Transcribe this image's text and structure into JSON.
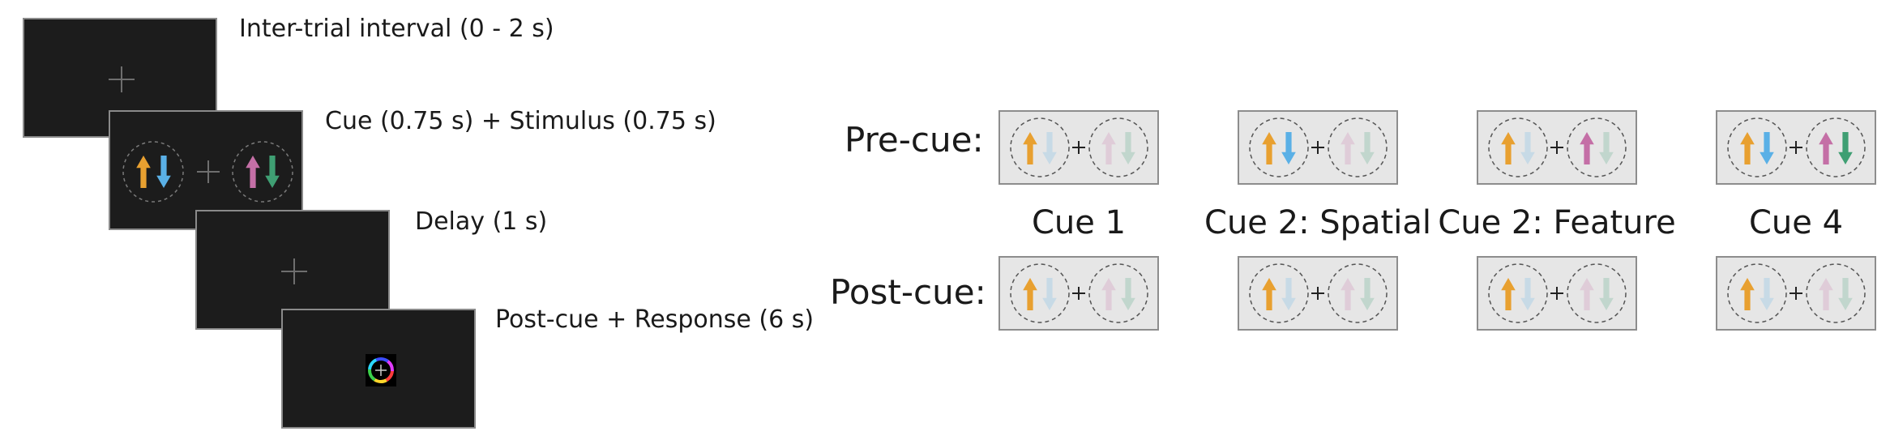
{
  "colors": {
    "orange": "#e8a030",
    "blue": "#5ab0e6",
    "pink": "#c46fa6",
    "green": "#3f9f73"
  },
  "timeline": {
    "steps": [
      {
        "label": "Inter-trial interval (0 - 2 s)"
      },
      {
        "label": "Cue (0.75 s) + Stimulus (0.75 s)"
      },
      {
        "label": "Delay (1 s)"
      },
      {
        "label": "Post-cue + Response (6 s)"
      }
    ]
  },
  "conditions": {
    "row_labels": {
      "pre": "Pre-cue:",
      "post": "Post-cue:"
    },
    "columns": [
      {
        "label": "Cue 1",
        "pre": {
          "orange": true,
          "blue": false,
          "pink": false,
          "green": false
        },
        "post": {
          "orange": true,
          "blue": false,
          "pink": false,
          "green": false
        }
      },
      {
        "label": "Cue 2: Spatial",
        "pre": {
          "orange": true,
          "blue": true,
          "pink": false,
          "green": false
        },
        "post": {
          "orange": true,
          "blue": false,
          "pink": false,
          "green": false
        }
      },
      {
        "label": "Cue 2: Feature",
        "pre": {
          "orange": true,
          "blue": false,
          "pink": true,
          "green": false
        },
        "post": {
          "orange": true,
          "blue": false,
          "pink": false,
          "green": false
        }
      },
      {
        "label": "Cue 4",
        "pre": {
          "orange": true,
          "blue": true,
          "pink": true,
          "green": true
        },
        "post": {
          "orange": true,
          "blue": false,
          "pink": false,
          "green": false
        }
      }
    ]
  }
}
